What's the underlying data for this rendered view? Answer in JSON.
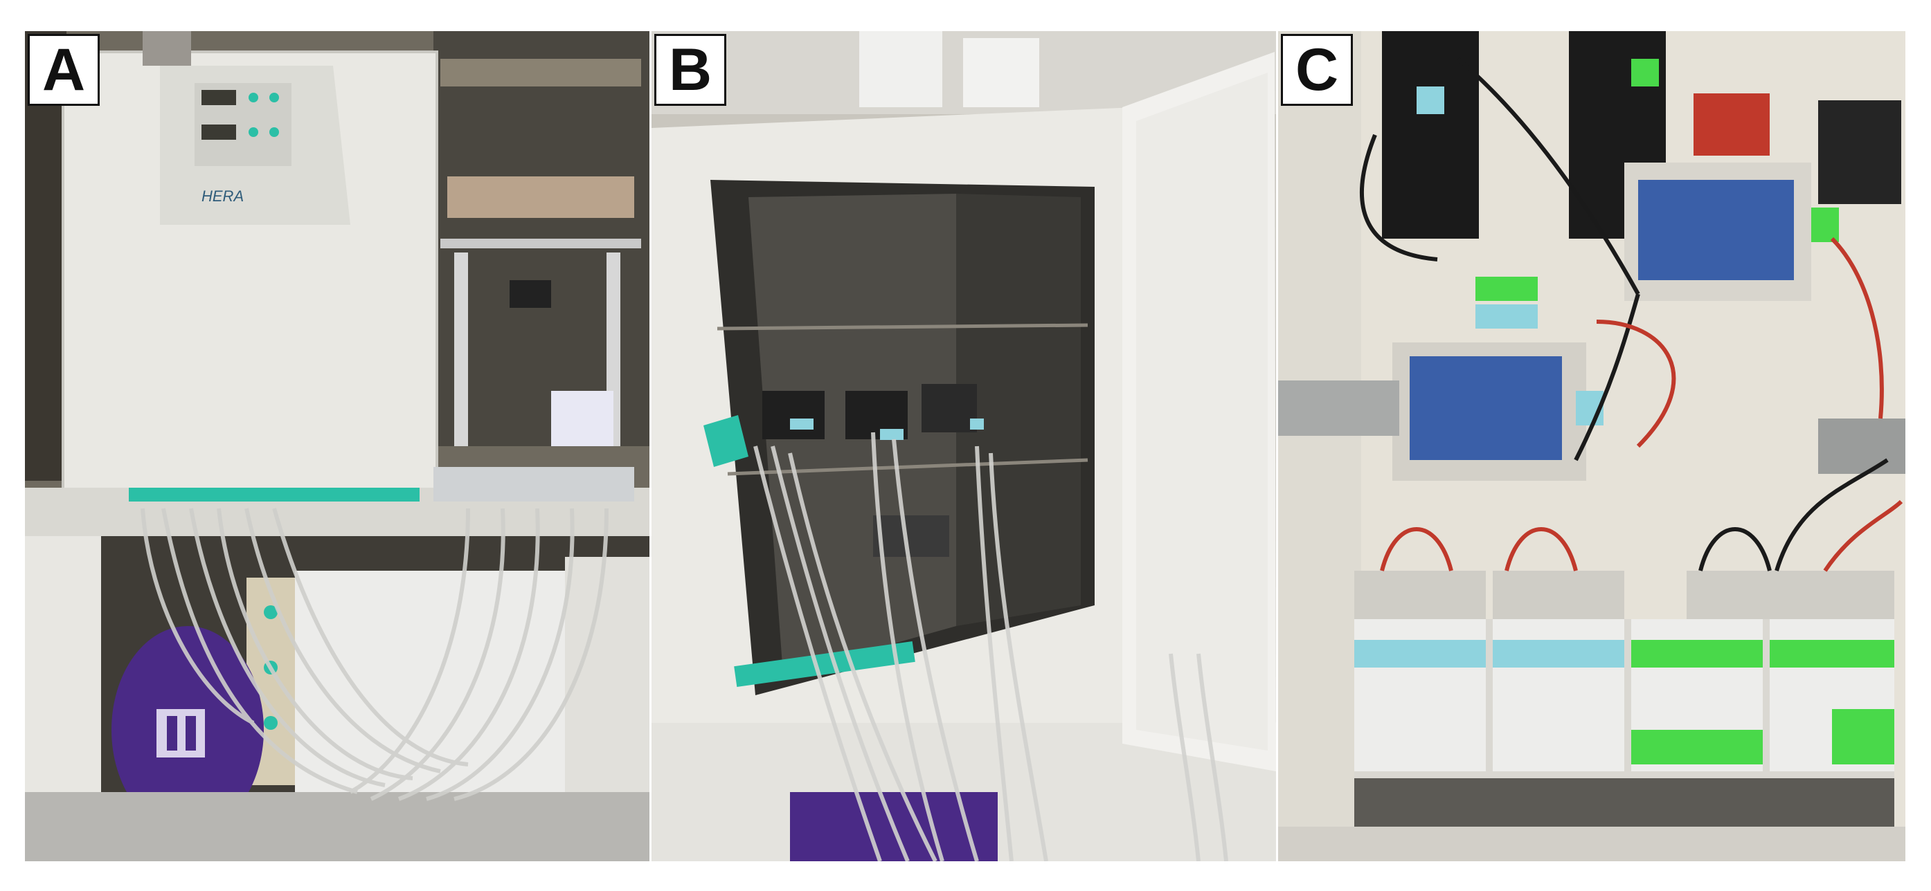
{
  "panels": [
    {
      "label": "A",
      "brand": "HERA"
    },
    {
      "label": "B"
    },
    {
      "label": "C"
    }
  ],
  "colors": {
    "background": "#ffffff",
    "label_border": "#111111",
    "incubator_white": "#ecebe6",
    "teal_tape": "#2bbfa6",
    "blue_tape": "#8fd3de",
    "green_tape": "#49d94a",
    "purple_bag": "#4a2a86",
    "red_wire": "#c0392b",
    "screen_blue": "#3a5fa8"
  },
  "icons": [
    "incubator-photo",
    "cable-bundle",
    "control-board-photo"
  ]
}
